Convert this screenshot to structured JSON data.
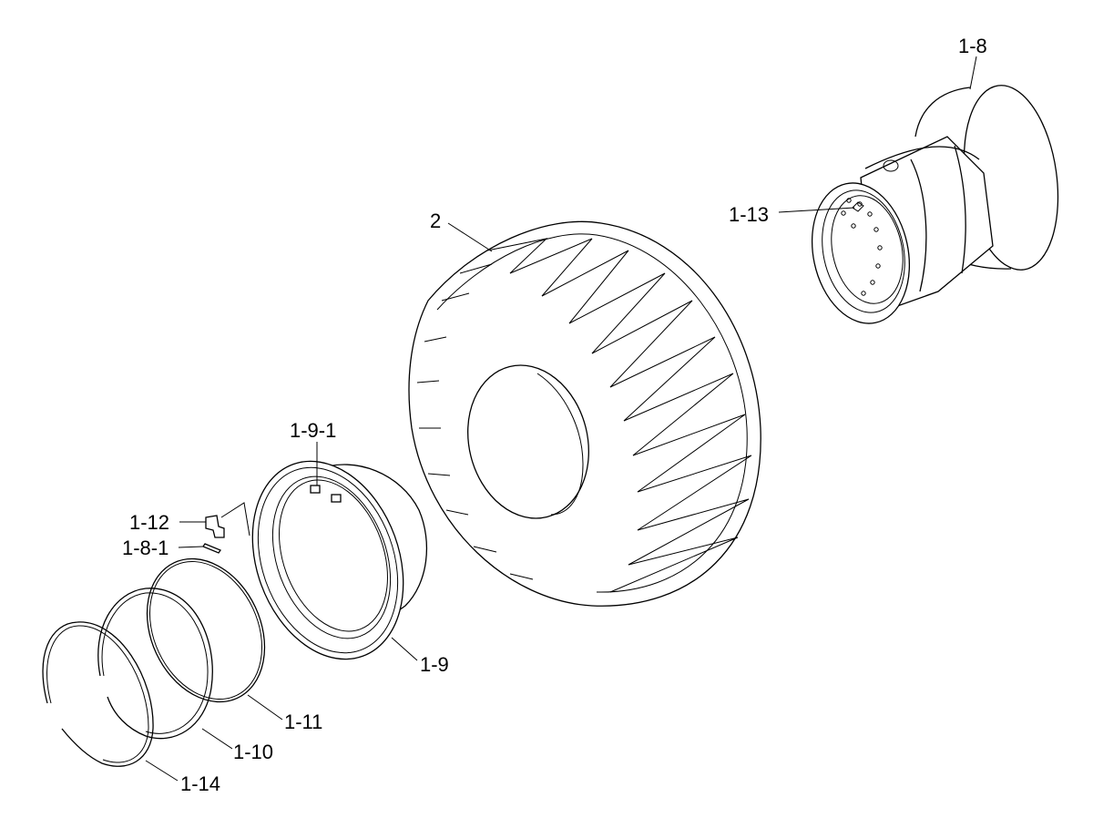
{
  "diagram": {
    "labels": {
      "rim": "1-8",
      "valve": "1-13",
      "tire": "2",
      "side_ring": "1-9-1",
      "lock_plate": "1-12",
      "pin": "1-8-1",
      "flange": "1-9",
      "o_ring": "1-11",
      "lock_ring": "1-10",
      "bead_ring": "1-14"
    }
  }
}
